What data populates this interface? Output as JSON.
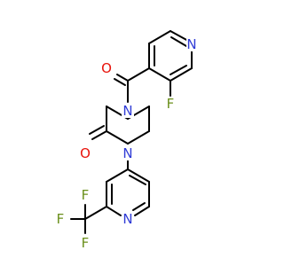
{
  "atoms": [
    {
      "id": "N_py_top",
      "label": "N",
      "color": "#2f3bd6"
    },
    {
      "id": "F_top",
      "label": "F",
      "color": "#6a8f1a"
    },
    {
      "id": "O_carbonyl",
      "label": "O",
      "color": "#e8120a"
    },
    {
      "id": "N_pip_top",
      "label": "N",
      "color": "#2f3bd6"
    },
    {
      "id": "O_lactam",
      "label": "O",
      "color": "#e8120a"
    },
    {
      "id": "N_pip_bottom",
      "label": "N",
      "color": "#2f3bd6"
    },
    {
      "id": "N_py_bottom",
      "label": "N",
      "color": "#2f3bd6"
    },
    {
      "id": "F_cf3_left",
      "label": "F",
      "color": "#6a8f1a"
    },
    {
      "id": "F_cf3_top",
      "label": "F",
      "color": "#6a8f1a"
    },
    {
      "id": "F_cf3_bottom",
      "label": "F",
      "color": "#6a8f1a"
    }
  ]
}
